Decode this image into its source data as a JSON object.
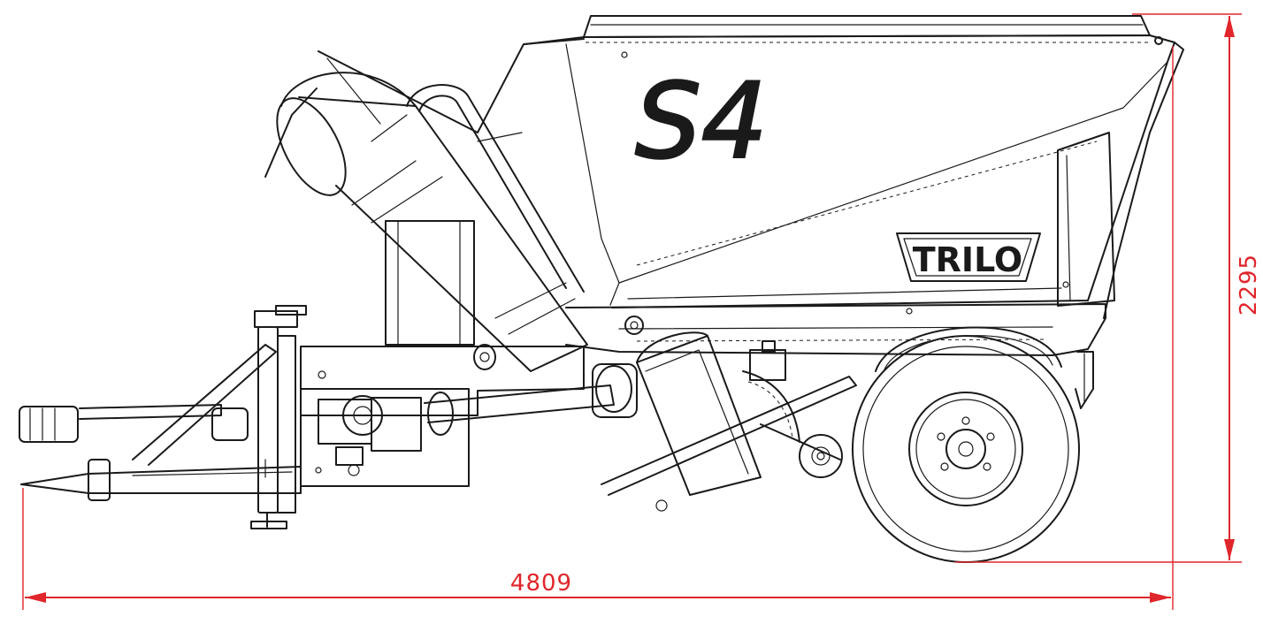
{
  "drawing": {
    "model_mark": "S4",
    "brand_mark": "TRILO"
  },
  "dimensions": {
    "length_label": "4809",
    "height_label": "2295"
  },
  "colors": {
    "dimension": "#e0262b",
    "outline": "#1a1a1a",
    "background": "#ffffff"
  }
}
